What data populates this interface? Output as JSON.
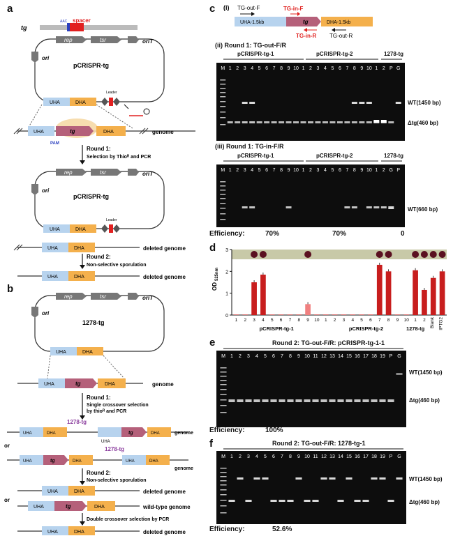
{
  "panels": {
    "a": {
      "letter": "a",
      "tg_label": "tg",
      "spacer_label": "spacer",
      "aac_label": "AAC",
      "plasmid_name": "pCRISPR-tg",
      "rep": "rep",
      "tsr": "tsr",
      "ori": "ori",
      "oriT": "oriT",
      "uha": "UHA",
      "dha": "DHA",
      "leader": "Leader",
      "pam": "PAM",
      "genome": "genome",
      "round1": "Round 1:",
      "round1_desc": "Selection by Thioᴿ and PCR",
      "deleted_genome": "deleted genome",
      "round2": "Round 2:",
      "round2_desc": "Non-selective sporulation"
    },
    "b": {
      "letter": "b",
      "plasmid_name": "1278-tg",
      "rep": "rep",
      "tsr": "tsr",
      "ori": "ori",
      "oriT": "oriT",
      "uha": "UHA",
      "dha": "DHA",
      "tg": "tg",
      "genome": "genome",
      "round1": "Round 1:",
      "round1_desc1": "Single crossover selection",
      "round1_desc2": "by thioᴿ and PCR",
      "or": "or",
      "round2": "Round 2:",
      "round2_desc": "Non-selective sporulation",
      "deleted_genome": "deleted genome",
      "wild_type_genome": "wild-type genome",
      "double_desc": "Double crossover selection by PCR"
    },
    "c": {
      "letter": "c",
      "i_label": "(i)",
      "tg_out_f": "TG-out-F",
      "tg_in_f": "TG-in-F",
      "tg_in_r": "TG-in-R",
      "tg_out_r": "TG-out-R",
      "uha": "UHA-1.5kb",
      "dha": "DHA-1.5kb",
      "tg": "tg",
      "ii_title": "(ii) Round 1: TG-out-F/R",
      "iii_title": "(iii) Round 1: TG-in-F/R",
      "group1": "pCRISPR-tg-1",
      "group2": "pCRISPR-tg-2",
      "group3": "1278-tg",
      "lanes_ii": [
        "M",
        "1",
        "2",
        "3",
        "4",
        "5",
        "6",
        "7",
        "8",
        "9",
        "10",
        "1",
        "2",
        "3",
        "4",
        "5",
        "6",
        "7",
        "8",
        "9",
        "10",
        "1",
        "2",
        "P",
        "G"
      ],
      "lanes_iii": [
        "M",
        "1",
        "2",
        "3",
        "4",
        "5",
        "6",
        "7",
        "8",
        "9",
        "10",
        "1",
        "2",
        "3",
        "4",
        "5",
        "6",
        "7",
        "8",
        "9",
        "10",
        "1",
        "2",
        "G",
        "P"
      ],
      "wt1450": "WT(1450 bp)",
      "dtg460": "Δtg(460 bp)",
      "wt660": "WT(660 bp)",
      "efficiency_label": "Efficiency:",
      "eff1": "70%",
      "eff2": "70%",
      "eff3": "0"
    },
    "d": {
      "letter": "d",
      "ylabel": "OD",
      "ylabel_sub": "525nm",
      "group1": "pCRISPR-tg-1",
      "group2": "pCRISPR-tg-2",
      "group3": "1278-tg"
    },
    "e": {
      "letter": "e",
      "title": "Round 2: TG-out-F/R:  pCRISPR-tg-1-1",
      "lanes": [
        "M",
        "1",
        "2",
        "3",
        "4",
        "5",
        "6",
        "7",
        "8",
        "9",
        "10",
        "11",
        "12",
        "13",
        "14",
        "15",
        "16",
        "17",
        "18",
        "19",
        "P",
        "G"
      ],
      "wt1450": "WT(1450 bp)",
      "dtg460": "Δtg(460 bp)",
      "efficiency_label": "Efficiency:",
      "eff": "100%"
    },
    "f": {
      "letter": "f",
      "title": "Round 2: TG-out-F/R: 1278-tg-1",
      "lanes": [
        "M",
        "1",
        "2",
        "3",
        "4",
        "5",
        "6",
        "7",
        "8",
        "9",
        "10",
        "11",
        "12",
        "13",
        "14",
        "15",
        "16",
        "17",
        "18",
        "19",
        "P",
        "G"
      ],
      "wt1450": "WT(1450 bp)",
      "dtg460": "Δtg(460 bp)",
      "efficiency_label": "Efficiency:",
      "eff": "52.6%"
    }
  },
  "colors": {
    "uha": "#b7d3ee",
    "dha": "#f4b04c",
    "tg": "#b5607a",
    "backbone": "#7a7a7a",
    "bar": "#c81e1e",
    "bar_light": "#f08080",
    "primer_red": "#e0201e"
  },
  "chart_data": {
    "type": "bar",
    "categories": [
      "1",
      "2",
      "3",
      "4",
      "5",
      "6",
      "7",
      "8",
      "9",
      "10",
      "1",
      "2",
      "3",
      "4",
      "5",
      "6",
      "7",
      "8",
      "9",
      "10",
      "1",
      "2",
      "Blank",
      "IPTG2"
    ],
    "groups": [
      "pCRISPR-tg-1",
      "pCRISPR-tg-2",
      "1278-tg"
    ],
    "values": [
      0.02,
      0.02,
      1.5,
      1.85,
      0.02,
      0.02,
      0.02,
      0.02,
      0.5,
      0.02,
      0.02,
      0.02,
      0.02,
      0.02,
      0.02,
      0.02,
      2.3,
      2.0,
      0.02,
      0.02,
      2.05,
      1.15,
      1.7,
      2.0
    ],
    "ylim": [
      0,
      3
    ],
    "yticks": [
      0,
      1,
      2,
      3
    ],
    "tick_labels": [
      "0",
      "1",
      "2",
      "3"
    ],
    "ylabel": "OD525nm"
  }
}
